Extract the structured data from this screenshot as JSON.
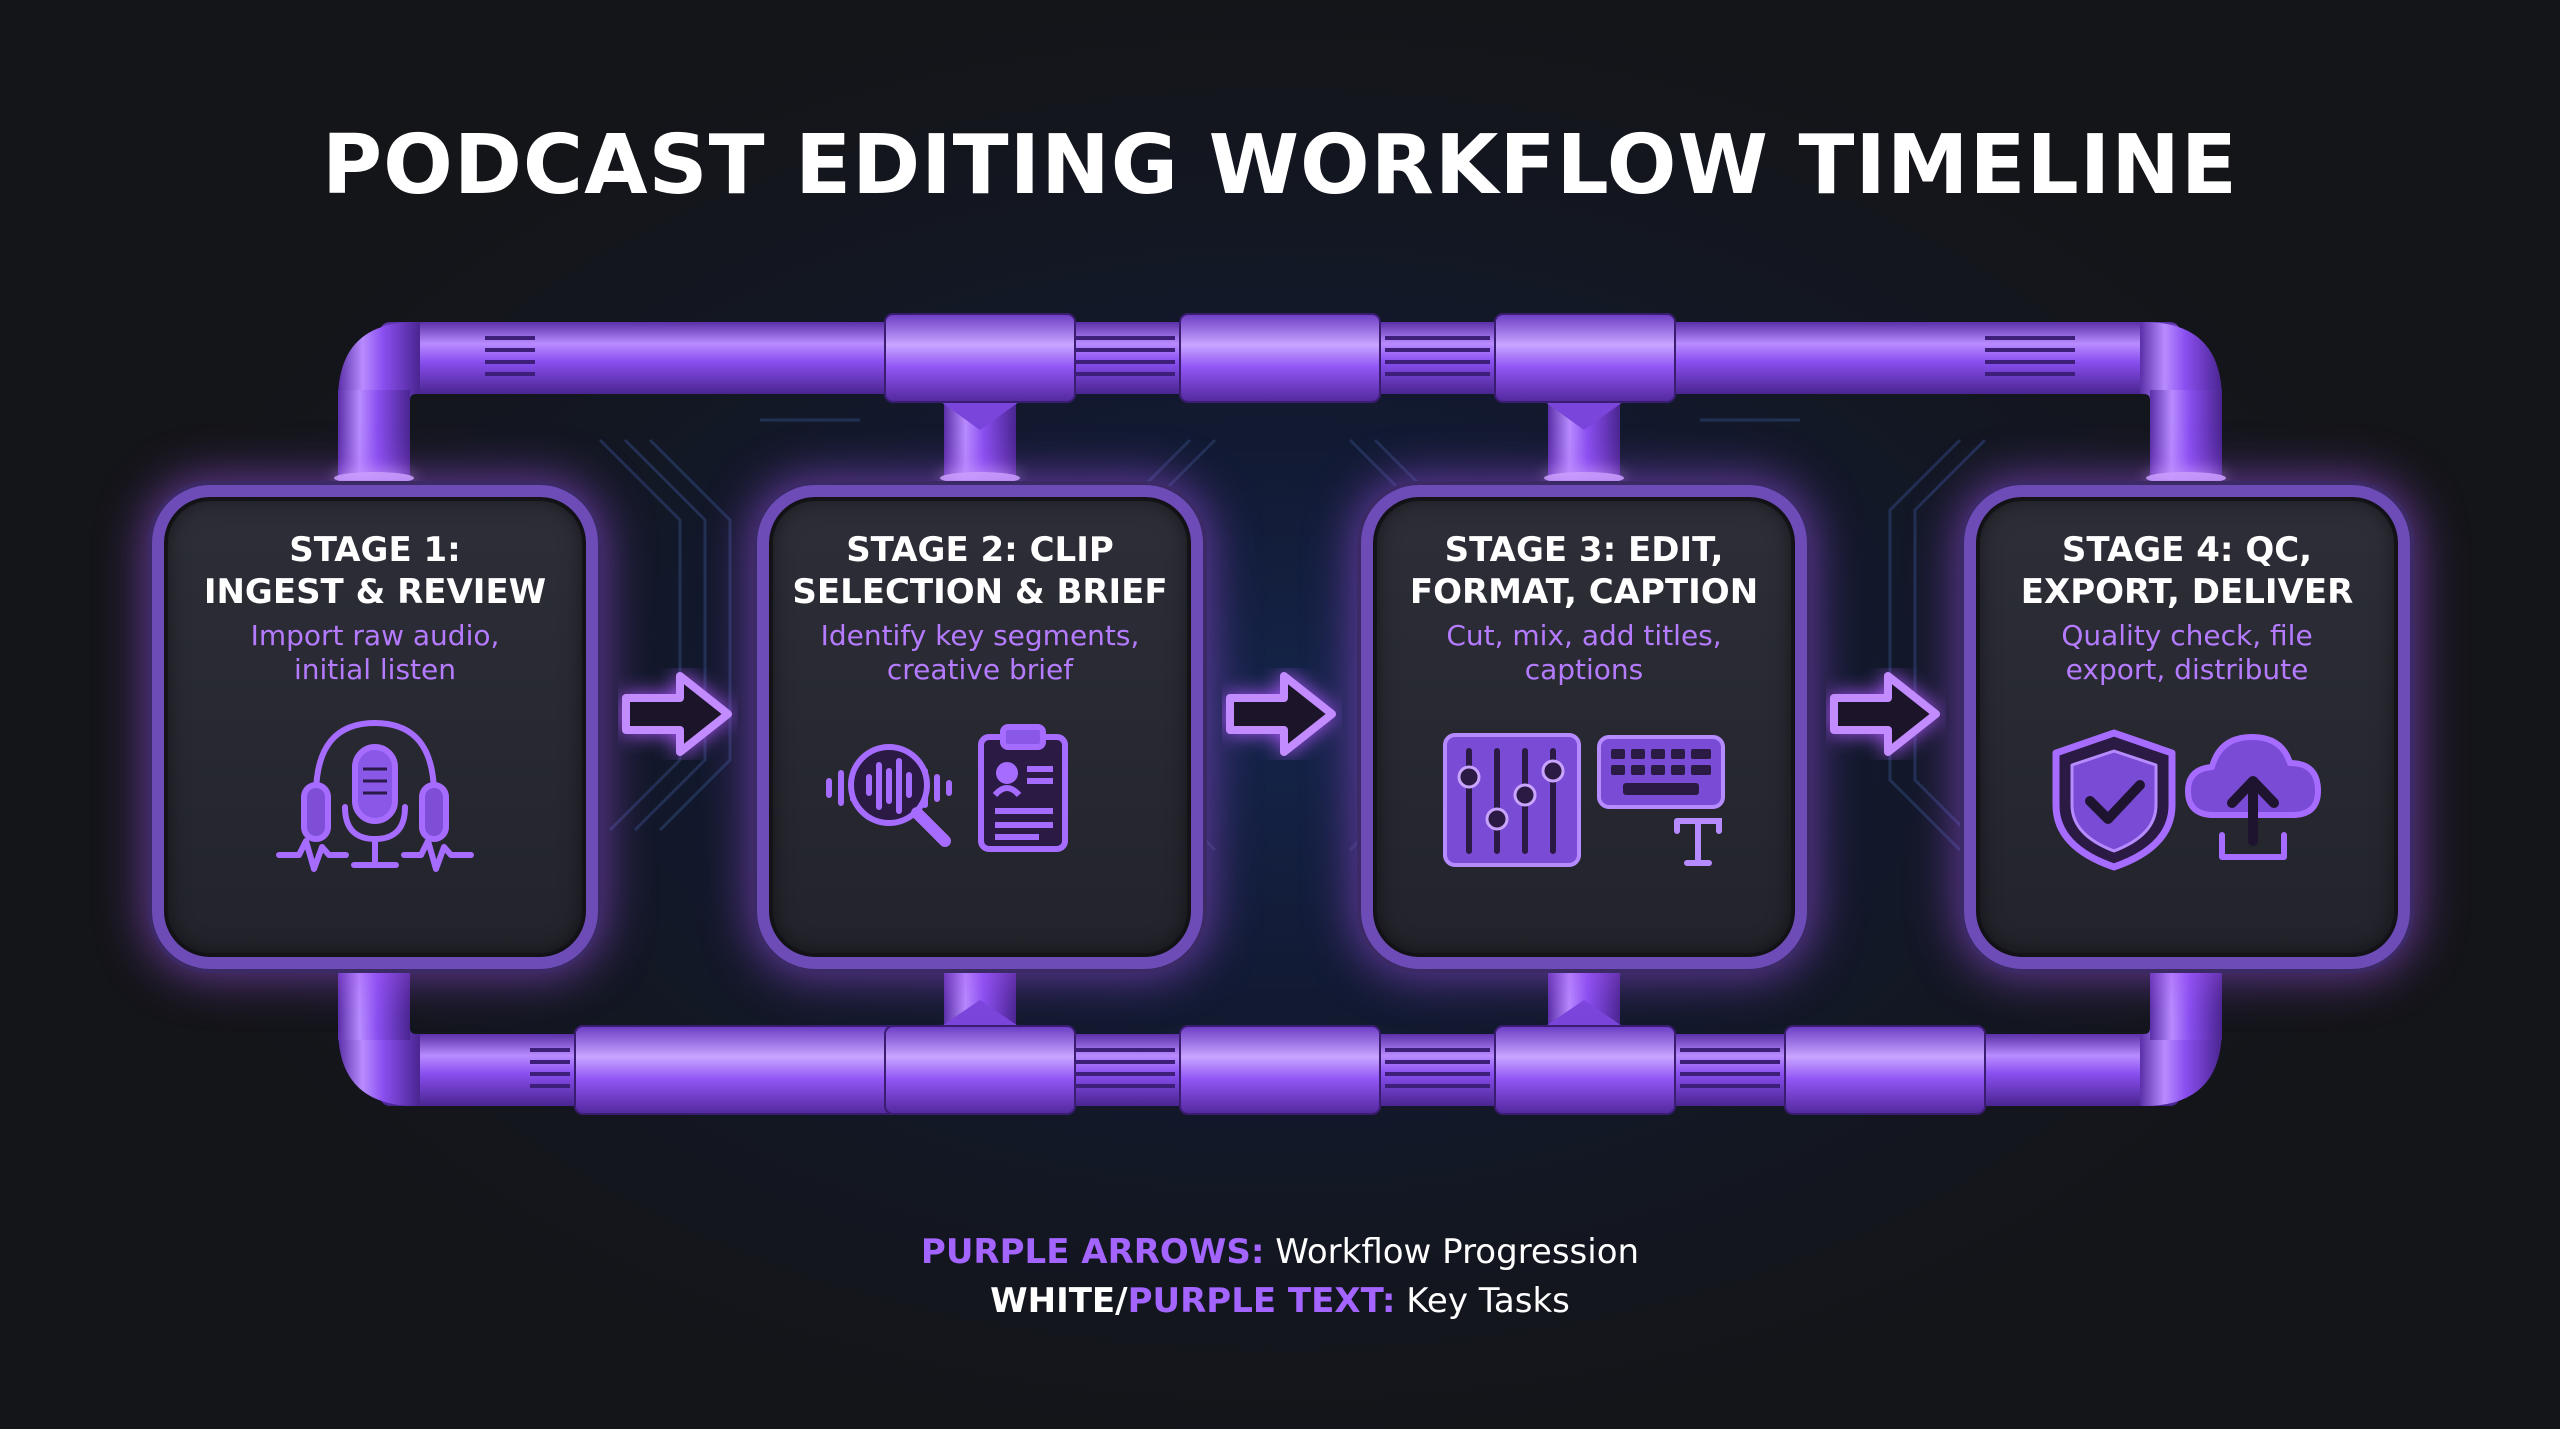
{
  "title": "PODCAST EDITING WORKFLOW TIMELINE",
  "colors": {
    "accent": "#a855f7",
    "accent_text": "#b57bff",
    "background": "#141519",
    "card": "#26272f"
  },
  "stages": [
    {
      "title_line1": "STAGE 1:",
      "title_line2": "INGEST & REVIEW",
      "desc_line1": "Import raw audio,",
      "desc_line2": "initial listen",
      "icons": [
        "headphones-microphone-icon"
      ]
    },
    {
      "title_line1": "STAGE 2: CLIP",
      "title_line2": "SELECTION & BRIEF",
      "desc_line1": "Identify key segments,",
      "desc_line2": "creative brief",
      "icons": [
        "waveform-magnifier-icon",
        "clipboard-brief-icon"
      ]
    },
    {
      "title_line1": "STAGE 3: EDIT,",
      "title_line2": "FORMAT, CAPTION",
      "desc_line1": "Cut, mix, add titles,",
      "desc_line2": "captions",
      "icons": [
        "mixer-sliders-icon",
        "keyboard-text-icon"
      ]
    },
    {
      "title_line1": "STAGE 4: QC,",
      "title_line2": "EXPORT, DELIVER",
      "desc_line1": "Quality check, file",
      "desc_line2": "export, distribute",
      "icons": [
        "shield-check-icon",
        "cloud-upload-icon"
      ]
    }
  ],
  "legend": {
    "line1_key": "PURPLE ARROWS:",
    "line1_value": " Workflow Progression",
    "line2_key_white": "WHITE/",
    "line2_key_purple": "PURPLE TEXT:",
    "line2_value": " Key Tasks"
  }
}
